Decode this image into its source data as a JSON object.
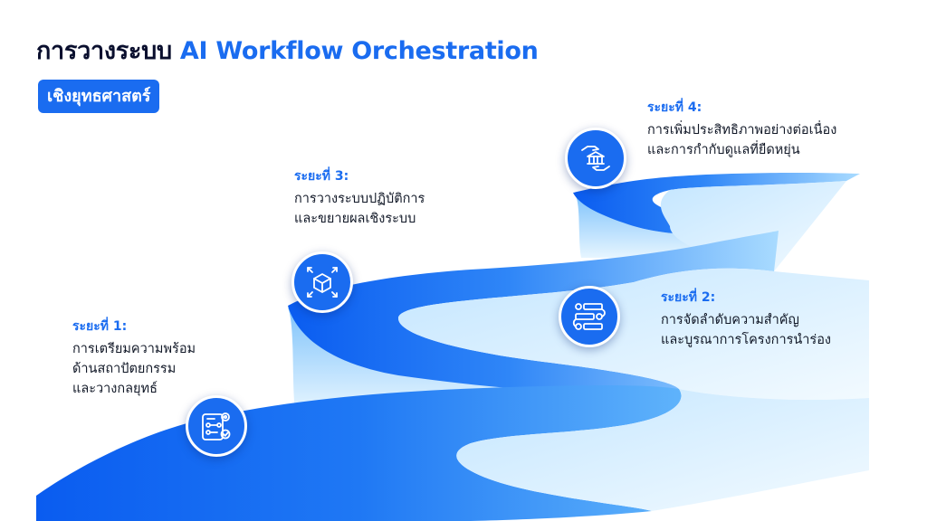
{
  "header": {
    "title_thai": "การวางระบบ",
    "title_accent": "AI Workflow Orchestration",
    "subtitle": "เชิงยุทธศาสตร์"
  },
  "colors": {
    "accent": "#1a6cf0",
    "dark_text": "#0a0f2e",
    "road_light": "#dff1ff",
    "road_dark": "#0b5ef0"
  },
  "phases": [
    {
      "label": "ระยะที่ 1:",
      "lines": [
        "การเตรียมความพร้อม",
        "ด้านสถาปัตยกรรม",
        "และวางกลยุทธ์"
      ],
      "icon": "workflow-checklist-icon"
    },
    {
      "label": "ระยะที่ 2:",
      "lines": [
        "การจัดลำดับความสำคัญ",
        "และบูรณาการโครงการนำร่อง"
      ],
      "icon": "priority-list-gears-icon"
    },
    {
      "label": "ระยะที่ 3:",
      "lines": [
        "การวางระบบปฏิบัติการ",
        "และขยายผลเชิงระบบ"
      ],
      "icon": "cube-expand-icon"
    },
    {
      "label": "ระยะที่ 4:",
      "lines": [
        "การเพิ่มประสิทธิภาพอย่างต่อเนื่อง",
        "และการกำกับดูแลที่ยืดหยุ่น"
      ],
      "icon": "hands-institution-icon"
    }
  ]
}
